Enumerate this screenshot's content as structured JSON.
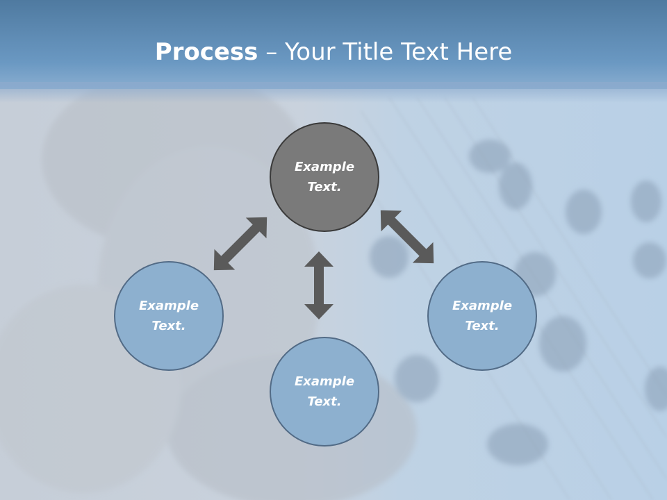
{
  "slide": {
    "title_bold": "Process",
    "title_rest": " – Your Title Text Here"
  },
  "diagram": {
    "center": {
      "line1": "Example",
      "line2": "Text."
    },
    "left": {
      "line1": "Example",
      "line2": "Text."
    },
    "right": {
      "line1": "Example",
      "line2": "Text."
    },
    "bottom": {
      "line1": "Example",
      "line2": "Text."
    }
  },
  "colors": {
    "header": "#5f8db5",
    "center_node": "#7a7a7a",
    "outer_node": "#8db0cf",
    "arrow": "#5a5a5a"
  }
}
